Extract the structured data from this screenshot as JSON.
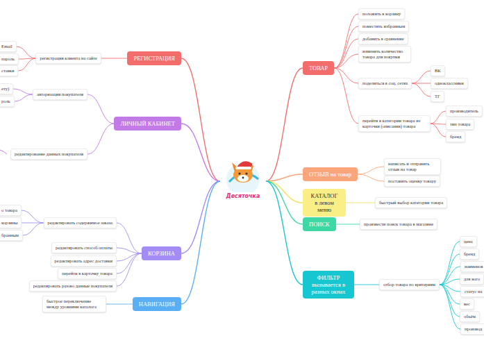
{
  "diagram": {
    "nodes": [
      {
        "text": [
          "Десяточка"
        ]
      },
      {
        "text": [
          "ТОВАР"
        ]
      },
      {
        "text": [
          "положить в корзину"
        ]
      },
      {
        "text": [
          "поместить избранным"
        ]
      },
      {
        "text": [
          "добавить в сравнение"
        ]
      },
      {
        "text": [
          "изменить количество товара для покупки"
        ]
      },
      {
        "text": [
          "поделиться в соц. сетях"
        ]
      },
      {
        "text": [
          "ВК"
        ]
      },
      {
        "text": [
          "одноклассники"
        ]
      },
      {
        "text": [
          "ТГ"
        ]
      },
      {
        "text": [
          "перейти в категории товара из карточки (описания) товара"
        ]
      },
      {
        "text": [
          "производитель"
        ]
      },
      {
        "text": [
          "тип товара"
        ]
      },
      {
        "text": [
          "бренд"
        ]
      },
      {
        "text": [
          "ОТЗЫВ на товар"
        ]
      },
      {
        "text": [
          "написать и отправить отзыв на товар"
        ]
      },
      {
        "text": [
          "поставить оценку товару"
        ]
      },
      {
        "text": [
          "КАТАЛОГ в левом меню"
        ]
      },
      {
        "text": [
          "быстрый выбор категории товара"
        ]
      },
      {
        "text": [
          "ПОИСК"
        ]
      },
      {
        "text": [
          "произвести поиск товара в магазине"
        ]
      },
      {
        "text": [
          "ФИЛЬТР вызывается в разных окнах"
        ]
      },
      {
        "text": [
          "отбор товара по критериям"
        ]
      },
      {
        "text": [
          "цена"
        ]
      },
      {
        "text": [
          "бренд"
        ]
      },
      {
        "text": [
          "наименов"
        ]
      },
      {
        "text": [
          "для кого"
        ]
      },
      {
        "text": [
          "статус на"
        ]
      },
      {
        "text": [
          "вес"
        ]
      },
      {
        "text": [
          "объём"
        ]
      },
      {
        "text": [
          "производ"
        ]
      },
      {
        "text": [
          "РЕГИСТРАЦИЯ"
        ]
      },
      {
        "text": [
          "регистрация клиента на сайте"
        ]
      },
      {
        "text": [
          "Email"
        ]
      },
      {
        "text": [
          "пароль"
        ]
      },
      {
        "text": [
          "ставки"
        ]
      },
      {
        "text": [
          "ЛИЧНЫЙ КАБИНЕТ"
        ]
      },
      {
        "text": [
          "авторизация покупателя"
        ]
      },
      {
        "text": [
          "ету)"
        ]
      },
      {
        "text": [
          "роль"
        ]
      },
      {
        "text": [
          "редактирование данных покупателя"
        ]
      },
      {
        "text": [
          "КОРЗИНА"
        ]
      },
      {
        "text": [
          "редактировать содержимое заказа"
        ]
      },
      {
        "text": [
          "о товара"
        ]
      },
      {
        "text": [
          "корзины"
        ]
      },
      {
        "text": [
          "бранным"
        ]
      },
      {
        "text": [
          "редактировать способ оплаты"
        ]
      },
      {
        "text": [
          "редактировать адрес доставки"
        ]
      },
      {
        "text": [
          "перейти в карточку товара"
        ]
      },
      {
        "text": [
          "редактировать разово данные покупателя"
        ]
      },
      {
        "text": [
          "НАВИГАЦИЯ"
        ]
      },
      {
        "text": [
          "быстрое переключение между уровнями каталога"
        ]
      }
    ],
    "edges": [
      {
        "from": 0,
        "to": 1,
        "arrow": "none"
      },
      {
        "from": 1,
        "to": 2,
        "arrow": "none"
      },
      {
        "from": 1,
        "to": 3,
        "arrow": "none"
      },
      {
        "from": 1,
        "to": 4,
        "arrow": "none"
      },
      {
        "from": 1,
        "to": 5,
        "arrow": "none"
      },
      {
        "from": 1,
        "to": 6,
        "arrow": "none"
      },
      {
        "from": 6,
        "to": 7,
        "arrow": "none"
      },
      {
        "from": 6,
        "to": 8,
        "arrow": "none"
      },
      {
        "from": 6,
        "to": 9,
        "arrow": "none"
      },
      {
        "from": 1,
        "to": 10,
        "arrow": "none"
      },
      {
        "from": 10,
        "to": 11,
        "arrow": "none"
      },
      {
        "from": 10,
        "to": 12,
        "arrow": "none"
      },
      {
        "from": 10,
        "to": 13,
        "arrow": "none"
      },
      {
        "from": 0,
        "to": 14,
        "arrow": "none"
      },
      {
        "from": 14,
        "to": 15,
        "arrow": "none"
      },
      {
        "from": 14,
        "to": 16,
        "arrow": "none"
      },
      {
        "from": 0,
        "to": 17,
        "arrow": "none"
      },
      {
        "from": 17,
        "to": 18,
        "arrow": "none"
      },
      {
        "from": 0,
        "to": 19,
        "arrow": "none"
      },
      {
        "from": 19,
        "to": 20,
        "arrow": "none"
      },
      {
        "from": 0,
        "to": 21,
        "arrow": "none"
      },
      {
        "from": 21,
        "to": 22,
        "arrow": "none"
      },
      {
        "from": 22,
        "to": 23,
        "arrow": "none"
      },
      {
        "from": 22,
        "to": 24,
        "arrow": "none"
      },
      {
        "from": 22,
        "to": 25,
        "arrow": "none"
      },
      {
        "from": 22,
        "to": 26,
        "arrow": "none"
      },
      {
        "from": 22,
        "to": 27,
        "arrow": "none"
      },
      {
        "from": 22,
        "to": 28,
        "arrow": "none"
      },
      {
        "from": 22,
        "to": 29,
        "arrow": "none"
      },
      {
        "from": 22,
        "to": 30,
        "arrow": "none"
      },
      {
        "from": 0,
        "to": 31,
        "arrow": "none"
      },
      {
        "from": 31,
        "to": 32,
        "arrow": "none"
      },
      {
        "from": 32,
        "to": 33,
        "arrow": "none"
      },
      {
        "from": 32,
        "to": 34,
        "arrow": "none"
      },
      {
        "from": 32,
        "to": 35,
        "arrow": "none"
      },
      {
        "from": 0,
        "to": 36,
        "arrow": "none"
      },
      {
        "from": 36,
        "to": 37,
        "arrow": "none"
      },
      {
        "from": 37,
        "to": 38,
        "arrow": "none"
      },
      {
        "from": 37,
        "to": 39,
        "arrow": "none"
      },
      {
        "from": 36,
        "to": 40,
        "arrow": "none"
      },
      {
        "from": 0,
        "to": 41,
        "arrow": "none"
      },
      {
        "from": 41,
        "to": 42,
        "arrow": "none"
      },
      {
        "from": 42,
        "to": 43,
        "arrow": "none"
      },
      {
        "from": 42,
        "to": 44,
        "arrow": "none"
      },
      {
        "from": 42,
        "to": 45,
        "arrow": "none"
      },
      {
        "from": 41,
        "to": 46,
        "arrow": "none"
      },
      {
        "from": 41,
        "to": 47,
        "arrow": "none"
      },
      {
        "from": 41,
        "to": 48,
        "arrow": "none"
      },
      {
        "from": 41,
        "to": 49,
        "arrow": "none"
      },
      {
        "from": 0,
        "to": 50,
        "arrow": "none"
      },
      {
        "from": 50,
        "to": 51,
        "arrow": "none"
      }
    ]
  }
}
